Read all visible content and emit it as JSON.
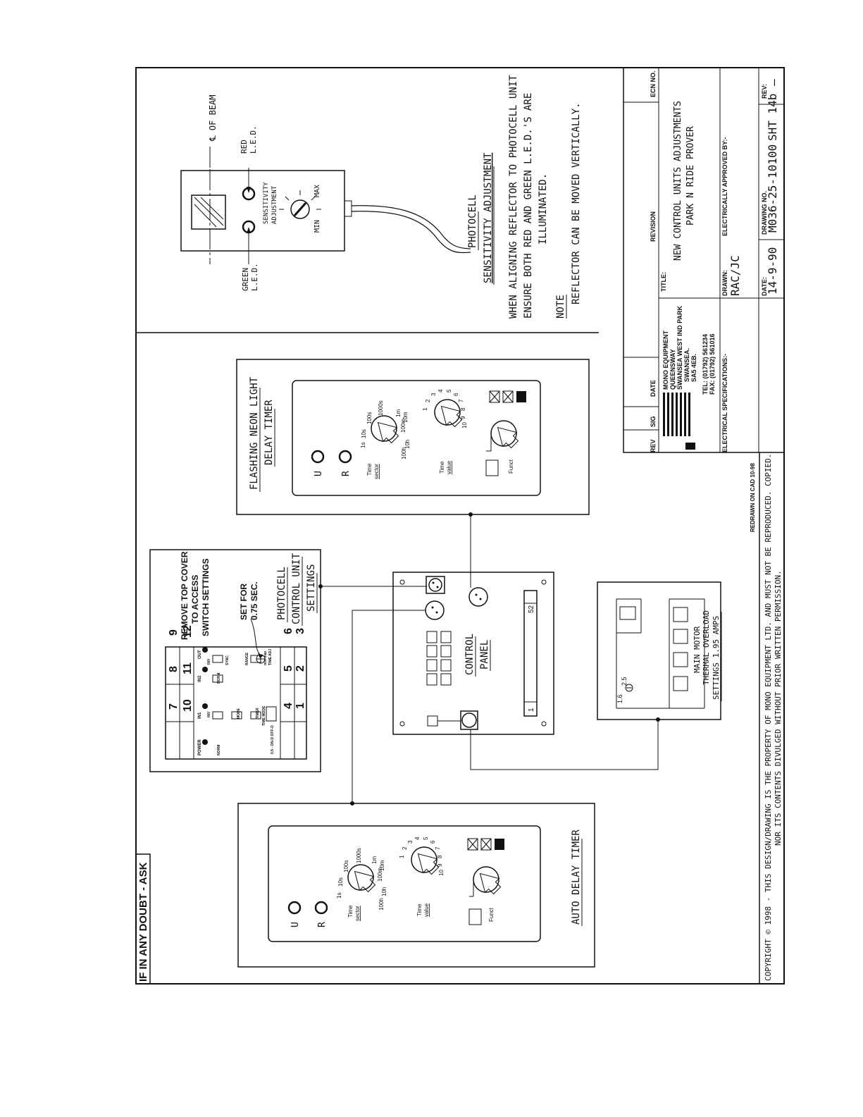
{
  "doubt_label": "IF IN ANY DOUBT - ASK",
  "photocell": {
    "green_led": [
      "GREEN",
      "L.E.D."
    ],
    "red_led": [
      "RED",
      "L.E.D."
    ],
    "beam": "℄ OF BEAM",
    "sensitivity": [
      "SENSITIVITY",
      "ADJUSTMENT"
    ],
    "min": "MIN",
    "max": "MAX",
    "heading": [
      "PHOTOCELL",
      "SENSITIVITY ADJUSTMENT"
    ],
    "instructions": [
      "WHEN ALIGNING REFLECTOR TO PHOTOCELL UNIT",
      "ENSURE BOTH RED AND GREEN L.E.D.'S ARE",
      "ILLUMINATED."
    ],
    "note_label": "NOTE",
    "note_text": "REFLECTOR CAN BE MOVED VERTICALLY."
  },
  "flashing_timer": {
    "title": [
      "FLASHING NEON LIGHT",
      "DELAY TIMER"
    ],
    "leds": [
      "U",
      "R"
    ],
    "time_sector": [
      "Time",
      "sector"
    ],
    "time_value": [
      "Time",
      "value"
    ],
    "funct": "Funct",
    "sector_scale": [
      "1s",
      "10s",
      "100s",
      "1000s",
      "1m",
      "10m",
      "100m",
      "10h",
      "100h"
    ],
    "value_scale": [
      "1",
      "2",
      "3",
      "4",
      "5",
      "6",
      "7",
      "8",
      "9",
      "10"
    ]
  },
  "auto_timer": {
    "title": "AUTO DELAY TIMER",
    "leds": [
      "U",
      "R"
    ],
    "time_sector": [
      "Time",
      "sector"
    ],
    "time_value": [
      "Time",
      "value"
    ],
    "funct": "Funct",
    "sector_scale": [
      "1s",
      "10s",
      "100s",
      "1000s",
      "1m",
      "10m",
      "100m",
      "10h",
      "100h"
    ],
    "value_scale": [
      "1",
      "2",
      "3",
      "4",
      "5",
      "6",
      "7",
      "8",
      "9",
      "10"
    ]
  },
  "photocell_control": {
    "grid_top": [
      "7",
      "8",
      "9"
    ],
    "grid_mid": [
      "10",
      "11",
      "12"
    ],
    "grid_low": [
      "4",
      "5",
      "6"
    ],
    "grid_bottom": [
      "1",
      "2",
      "3"
    ],
    "indicators": [
      "POWER",
      "IN1",
      "IN2",
      "OUT"
    ],
    "switch_labels": [
      "NORM",
      "INV",
      "NORM",
      "INV",
      "SYNC",
      "MODE",
      "TIMER",
      "RANGE"
    ],
    "time_mode": "TIME MODE",
    "time_mode_values": "0.5 - ON-D  OFF-D",
    "time_adj": "TIME ADJ",
    "dial_range": "min   max",
    "instruction": [
      "REMOVE TOP COVER",
      "TO ACCESS",
      "SWITCH SETTINGS"
    ],
    "set_for": [
      "SET FOR",
      "0.75 SEC."
    ],
    "caption": [
      "PHOTOCELL",
      "CONTROL UNIT",
      "SETTINGS"
    ]
  },
  "control_panel": {
    "label": [
      "CONTROL",
      "PANEL"
    ],
    "rail_start": "1",
    "rail_end": "52"
  },
  "motor": {
    "dial_min": "1.6",
    "dial_max": "2.5",
    "lines": [
      "MAIN MOTOR",
      "THERMAL OVERLOAD",
      "SETTINGS 1.95 AMPS"
    ]
  },
  "title_block": {
    "col_rev": "REV",
    "col_sig": "SIG",
    "col_date": "DATE",
    "col_revision": "REVISION",
    "col_ecn": "ECN NO.",
    "company": [
      "MONO EQUIPMENT",
      "QUEENSWAY",
      "SWANSEA WEST IND PARK",
      "SWANSEA.",
      "SA5 4EB.",
      "TEL: (01792) 561234",
      "FAX: (01792) 561016"
    ],
    "title_label": "TITLE:",
    "title": [
      "NEW CONTROL UNITS ADJUSTMENTS",
      "PARK N RIDE PROVER"
    ],
    "elec_spec": "ELECTRICAL SPECIFICATIONS:-",
    "elec_approved": "ELECTRICALLY APPROVED BY:-",
    "drawn_label": "DRAWN:",
    "drawn": "RAC/JC",
    "date_label": "DATE:",
    "date": "14-9-90",
    "drawing_no_label": "DRAWING NO.",
    "drawing_no": "M036-25-10100",
    "sheet": "SHT 14b",
    "rev_label": "REV:",
    "rev": "—"
  },
  "redrawn": "REDRAWN ON CAD 10-98",
  "copyright": [
    "COPYRIGHT © 1998 - THIS DESIGN/DRAWING IS THE PROPERTY OF MONO EQUIPMENT LTD. AND MUST NOT BE REPRODUCED. COPIED.",
    "NOR ITS CONTENTS DIVULGED WITHOUT PRIOR WRITTEN PERMISSION."
  ]
}
